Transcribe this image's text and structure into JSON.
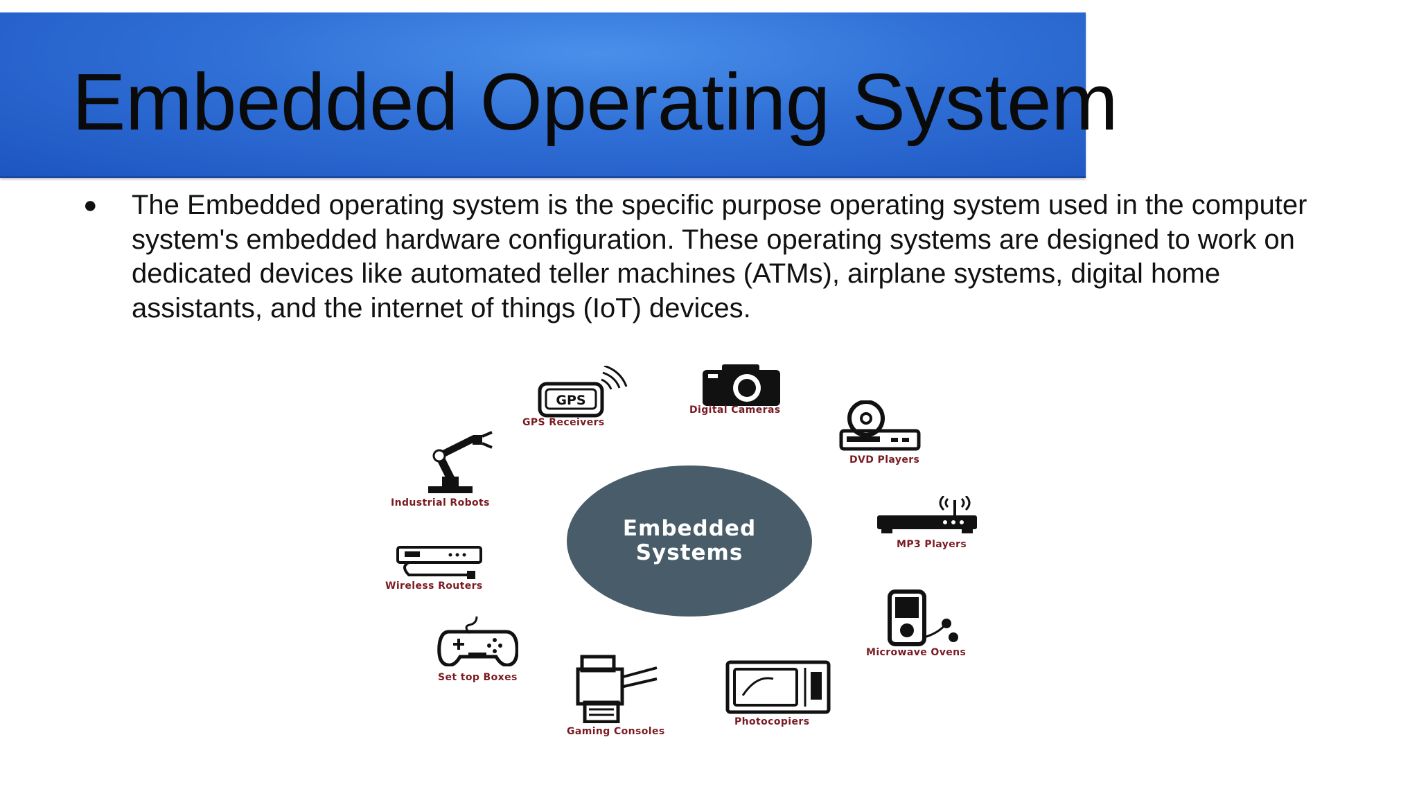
{
  "slide": {
    "title": "Embedded Operating System",
    "bullet": "The Embedded operating system is the specific purpose operating system used in the computer system's embedded hardware configuration. These operating systems are designed to work on dedicated devices like automated teller machines (ATMs), airplane systems, digital home assistants, and the internet of things (IoT) devices."
  },
  "diagram": {
    "center_line1": "Embedded",
    "center_line2": "Systems",
    "gps_icon_text": "GPS",
    "labels": {
      "gps": "GPS Receivers",
      "camera": "Digital Cameras",
      "dvd": "DVD Players",
      "robot": "Industrial Robots",
      "mp3": "MP3 Players",
      "router": "Wireless Routers",
      "microwave": "Microwave Ovens",
      "settop": "Set top Boxes",
      "gaming": "Gaming Consoles",
      "photocopier": "Photocopiers"
    },
    "colors": {
      "hub": "#485d69",
      "label": "#7a1a22",
      "title_bar": "#2f6fd6"
    }
  }
}
